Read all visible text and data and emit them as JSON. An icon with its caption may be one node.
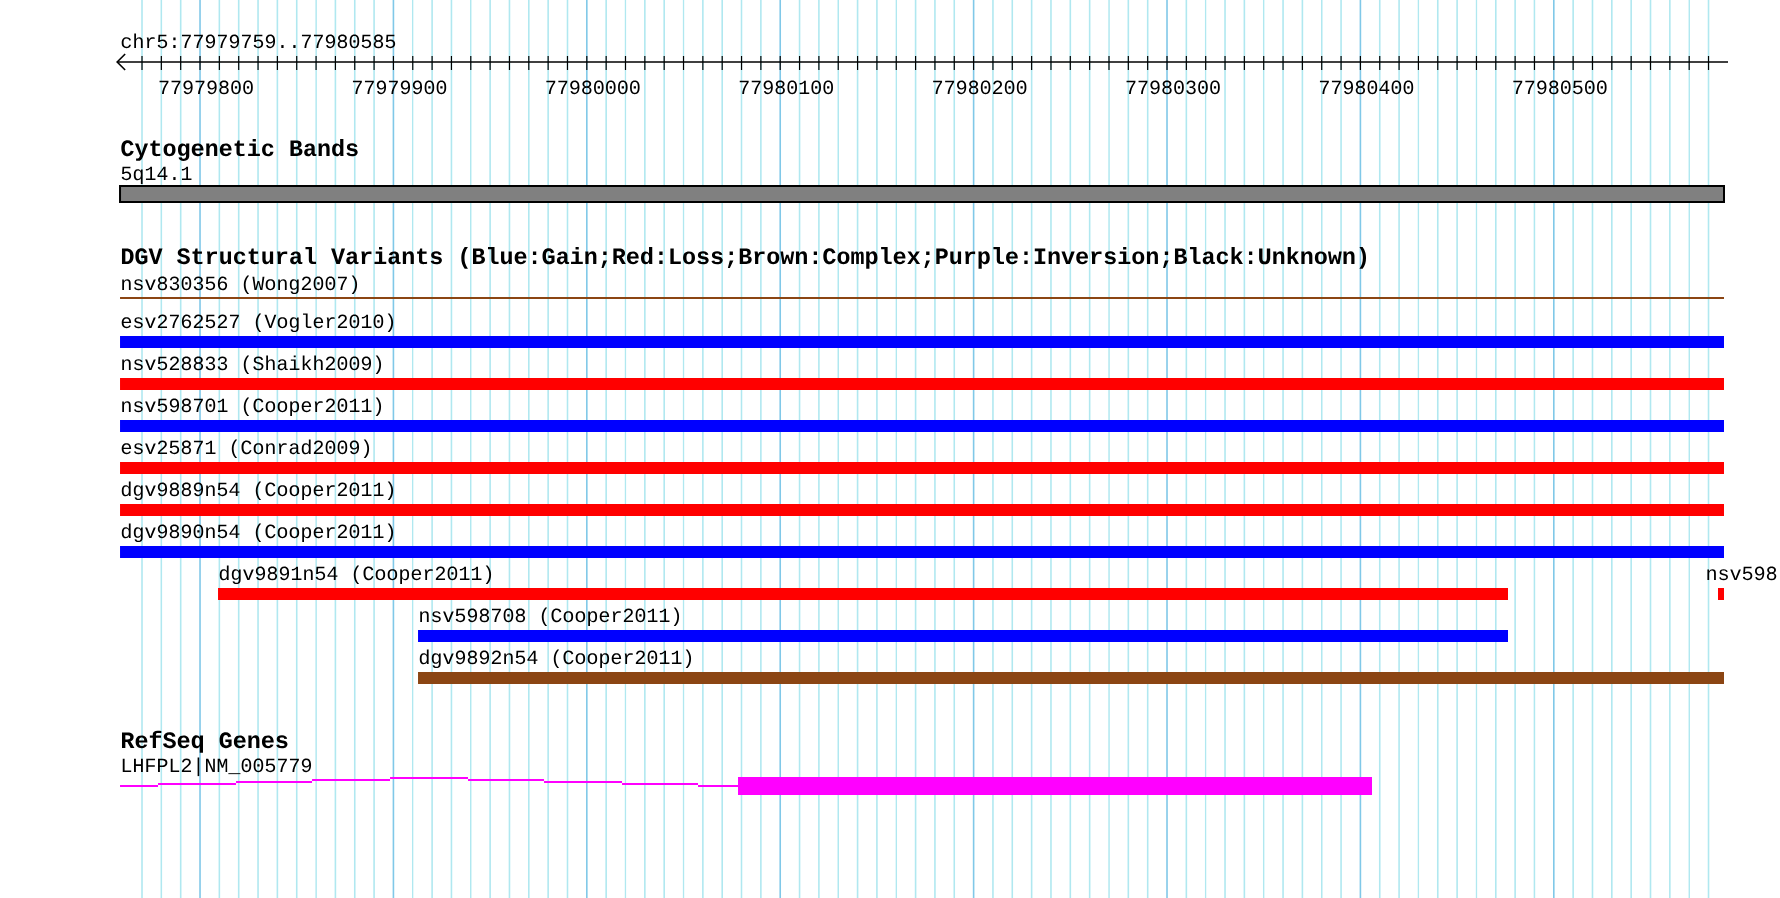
{
  "diagram": {
    "nodes": [
      {
        "text": [
          "5q14.1"
        ]
      },
      {
        "text": [
          "nsv830356 (Wong2007)"
        ]
      },
      {
        "text": [
          "esv2762527 (Vogler2010)"
        ]
      },
      {
        "text": [
          "nsv528833 (Shaikh2009)"
        ]
      },
      {
        "text": [
          "nsv598701 (Cooper2011)"
        ]
      },
      {
        "text": [
          "esv25871 (Conrad2009)"
        ]
      },
      {
        "text": [
          "dgv9889n54 (Cooper2011)"
        ]
      },
      {
        "text": [
          "dgv9890n54 (Cooper2011)"
        ]
      },
      {
        "text": [
          "dgv9891n54 (Cooper2011)"
        ]
      },
      {
        "text": [
          "nsv598"
        ]
      },
      {
        "text": [
          "nsv598708 (Cooper2011)"
        ]
      },
      {
        "text": [
          "dgv9892n54 (Cooper2011)"
        ]
      },
      {
        "text": [
          "LHFPL2|NM_005779"
        ]
      }
    ],
    "labels": [
      "chr5:77979759..77980585",
      "77979800",
      "77979900",
      "77980000",
      "77980100",
      "77980200",
      "77980300",
      "77980400",
      "77980500",
      "Cytogenetic Bands",
      "DGV Structural Variants (Blue:Gain;Red:Loss;Brown:Complex;Purple:Inversion;Black:Unknown)",
      "RefSeq Genes"
    ]
  }
}
